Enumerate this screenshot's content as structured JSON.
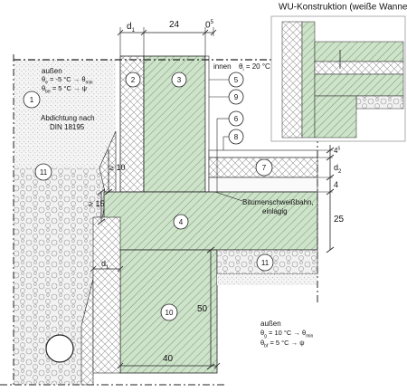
{
  "inset": {
    "title": "WU-Konstruktion (weiße Wanne)",
    "title_sup": "5)"
  },
  "dims": {
    "top_d1": "d",
    "top_d1_sub": "1",
    "top_24": "24",
    "top_0": "0",
    "top_0_sup": "5",
    "right_45": "4",
    "right_45_sup": "5",
    "right_d2": "d",
    "right_d2_sub": "2",
    "right_4": "4",
    "right_25": "25",
    "left_10": "≥ 10",
    "left_15": "≥ 15",
    "mid_d1": "d",
    "mid_d1_sub": "1",
    "v_50": "50",
    "b_40": "40"
  },
  "labels": {
    "aussen_top": "außen",
    "theta_e_top": "θ",
    "theta_e_top_sub": "e",
    "theta_e_top_val": "= -5 °C → θ",
    "theta_e_top_valsub": "min",
    "theta_be_top": "θ",
    "theta_be_top_sub": "be",
    "theta_be_top_val": "= 5 °C → ψ",
    "abdichtung_1": "Abdichtung nach",
    "abdichtung_2": "DIN 18195",
    "innen": "innen",
    "theta_i": "θ",
    "theta_i_sub": "i",
    "theta_i_val": "= 20 °C",
    "bitumen_1": "Bitumenschweißbahn,",
    "bitumen_2": "einlagig",
    "aussen_bottom": "außen",
    "theta_g": "θ",
    "theta_g_sub": "g",
    "theta_g_val": "= 10 °C → θ",
    "theta_g_valsub": "min",
    "theta_bf": "θ",
    "theta_bf_sub": "bf",
    "theta_bf_val": "= 5 °C → ψ"
  },
  "markers": [
    "1",
    "2",
    "3",
    "4",
    "5",
    "6",
    "7",
    "8",
    "9",
    "10",
    "11",
    "11"
  ],
  "colors": {
    "concrete": "#cfe3cb",
    "hatch": "#6f9a6f",
    "line": "#222222"
  }
}
